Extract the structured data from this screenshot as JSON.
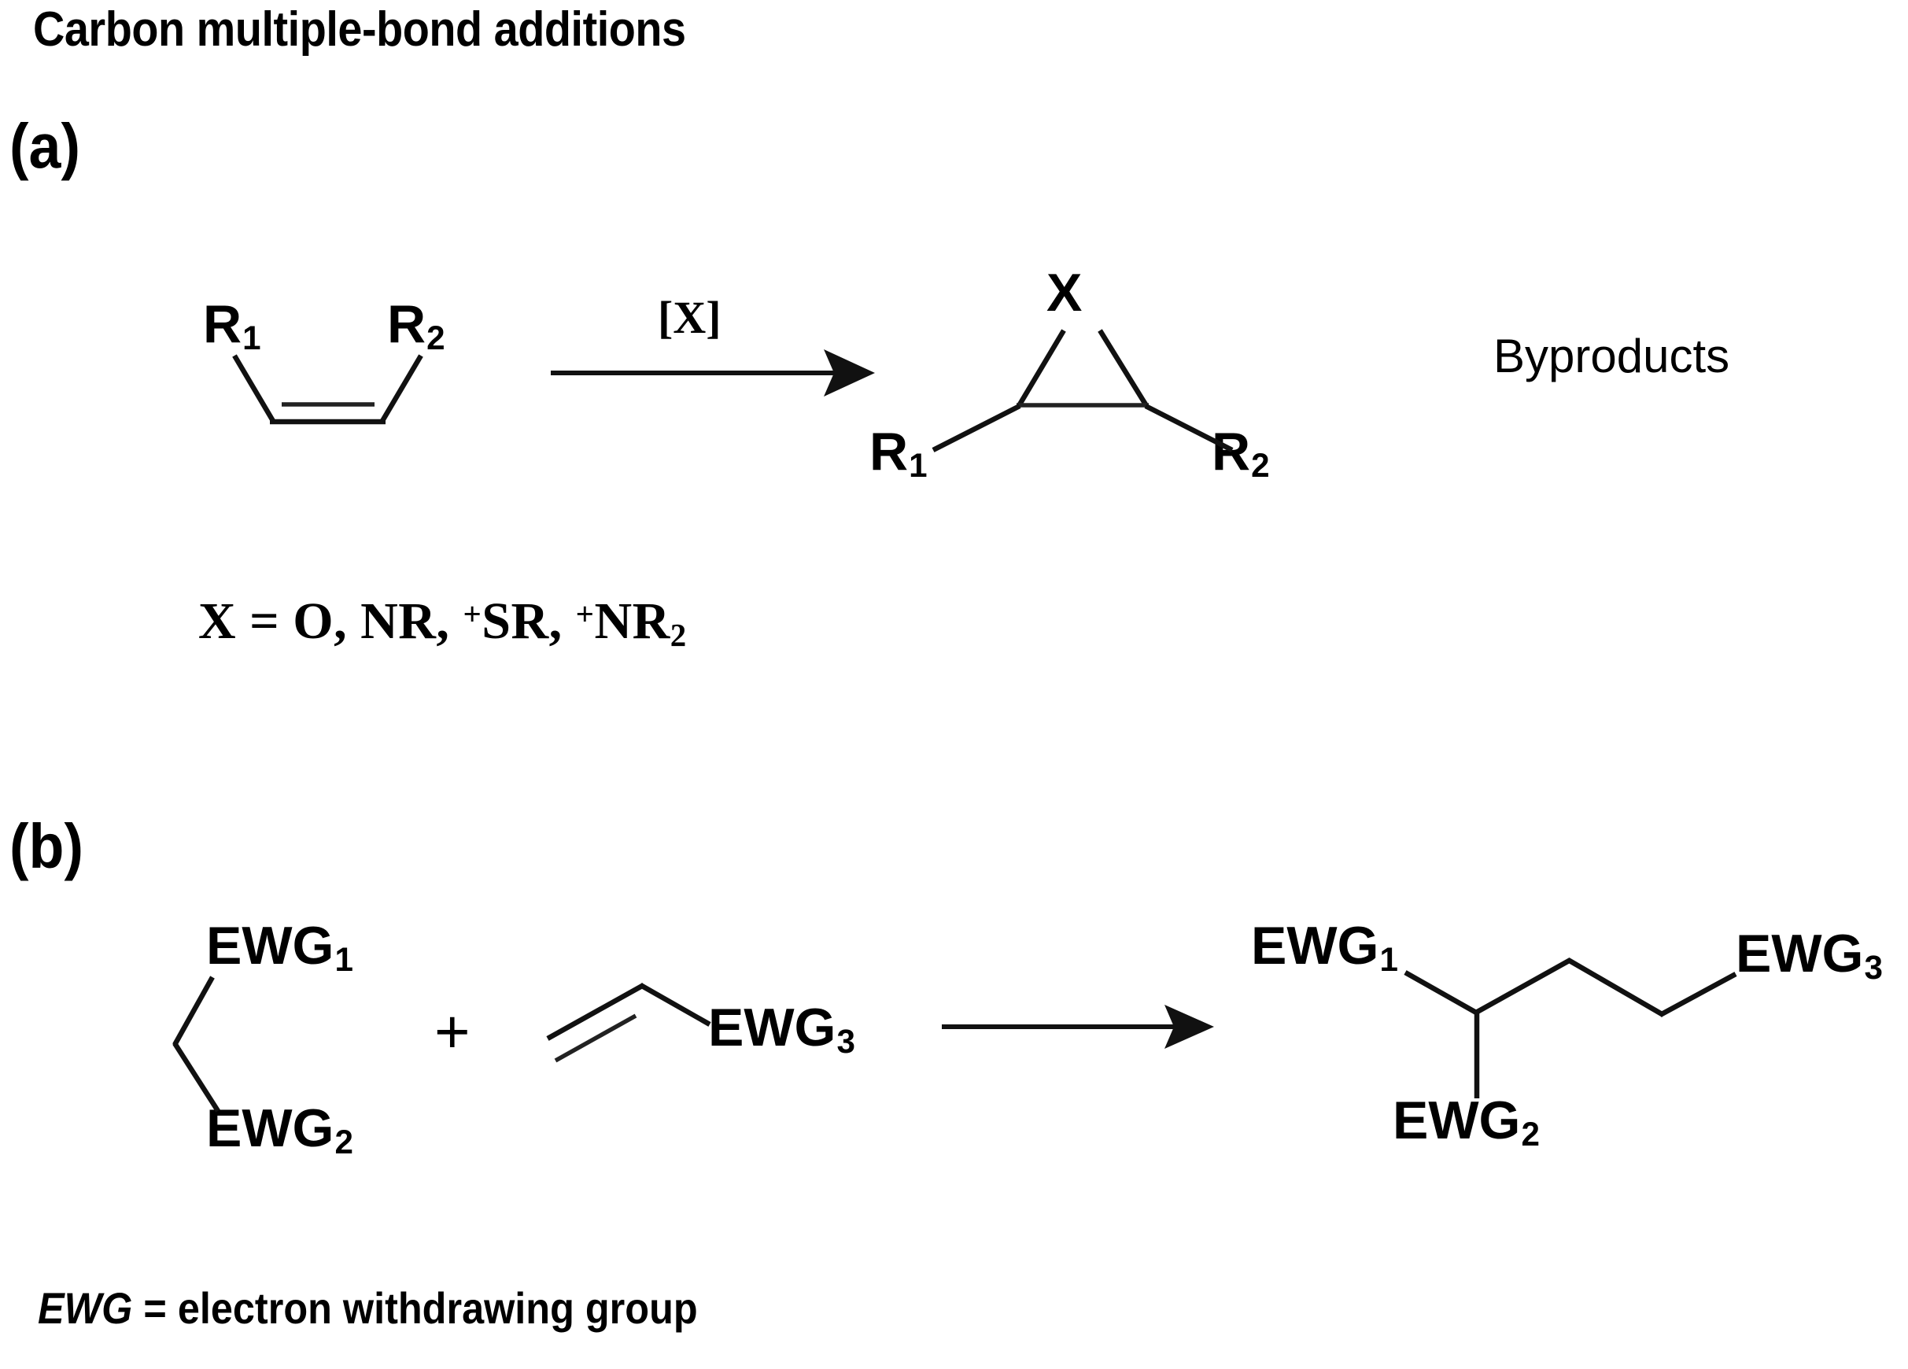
{
  "figure": {
    "title": "Carbon multiple-bond additions",
    "background_color": "#ffffff",
    "ink_color": "#111111"
  },
  "panel_a": {
    "label": "(a)",
    "reactant": {
      "name": "cis-alkene",
      "substituent_left": "R",
      "substituent_left_sub": "1",
      "substituent_right": "R",
      "substituent_right_sub": "2"
    },
    "arrow": {
      "reagent_label": "[X]",
      "direction": "right"
    },
    "product": {
      "name": "three-membered-ring",
      "apex_atom": "X",
      "substituent_left": "R",
      "substituent_left_sub": "1",
      "substituent_right": "R",
      "substituent_right_sub": "2"
    },
    "side_product": "Byproducts",
    "definition": {
      "lhs": "X",
      "equals": "=",
      "values": [
        "O",
        "NR",
        "+SR",
        "+NR2"
      ],
      "rendered": "X = O, NR, ⁺SR, ⁺NR₂"
    }
  },
  "panel_b": {
    "label": "(b)",
    "reactant_1": {
      "name": "methylene-bis-EWG",
      "top_label": "EWG",
      "top_sub": "1",
      "bottom_label": "EWG",
      "bottom_sub": "2"
    },
    "operator": "+",
    "reactant_2": {
      "name": "vinyl-EWG",
      "label": "EWG",
      "sub": "3"
    },
    "arrow": {
      "reagent_label": "",
      "direction": "right"
    },
    "product": {
      "name": "michael-adduct",
      "left_label": "EWG",
      "left_sub": "1",
      "down_label": "EWG",
      "down_sub": "2",
      "right_label": "EWG",
      "right_sub": "3"
    }
  },
  "footnote": {
    "abbrev": "EWG",
    "text": " = electron withdrawing group"
  }
}
